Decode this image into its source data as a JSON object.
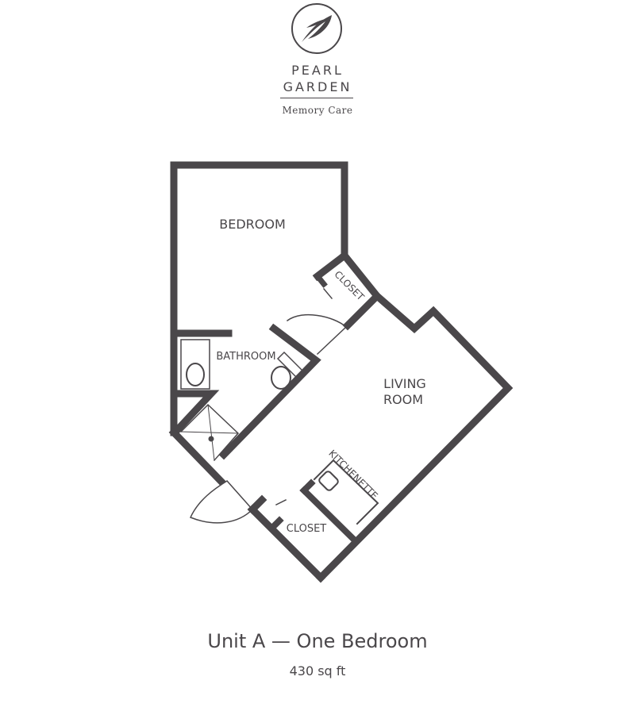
{
  "brand": {
    "name_line1": "PEARL",
    "name_line2": "GARDEN",
    "tagline": "Memory Care",
    "logo_icon": "leaf-icon"
  },
  "rooms": {
    "bedroom": "BEDROOM",
    "bathroom": "BATHROOM",
    "living_line1": "LIVING",
    "living_line2": "ROOM",
    "closet_upper": "CLOSET",
    "closet_lower": "CLOSET",
    "kitchenette": "KITCHENETTE"
  },
  "unit": {
    "title": "Unit A — One Bedroom",
    "area": "430 sq ft"
  },
  "colors": {
    "wall": "#4a474a",
    "text": "#4a474a",
    "background": "#ffffff"
  }
}
